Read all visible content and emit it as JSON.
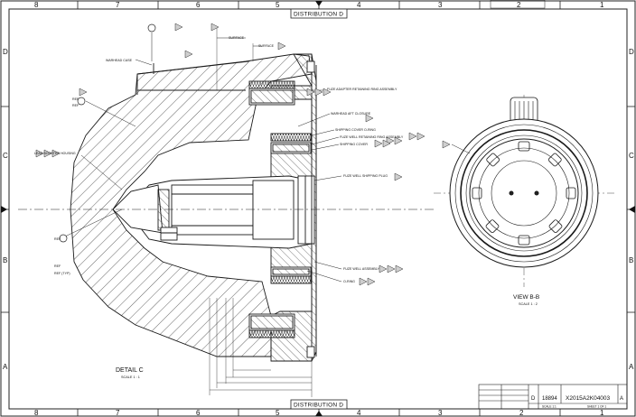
{
  "drawing": {
    "distribution_top": "DISTRIBUTION D",
    "distribution_bottom": "DISTRIBUTION D",
    "zones_top": [
      "8",
      "7",
      "6",
      "5",
      "4",
      "3",
      "2",
      "1"
    ],
    "zones_bottom": [
      "8",
      "7",
      "6",
      "5",
      "4",
      "3",
      "2",
      "1"
    ],
    "zones_side": [
      "D",
      "C",
      "B",
      "A"
    ]
  },
  "detail": {
    "title": "DETAIL C",
    "scale": "SCALE 1 : 1"
  },
  "view": {
    "title": "VIEW B-B",
    "scale": "SCALE 1 : 2"
  },
  "callouts": {
    "warhead_case": "WARHEAD CASE",
    "surface_1": "SURFACE",
    "surface_2": "SURFACE",
    "retaining_ring": "FUZE ADAPTER RETAINING RING ASSEMBLY",
    "aft_closure": "WARHEAD AFT CLOSURE",
    "o_ring_1": "SHIPPING COVER O-RING",
    "retaining_ring_2": "FUZE WELL RETAINING RING ASSEMBLY",
    "shipping_cover": "SHIPPING COVER",
    "fuze_well_plug": "FUZE WELL SHIPPING PLUG",
    "booster_housing": "LEAD BOOSTER HOUSING",
    "fuze_well_assembly": "FUZE WELL ASSEMBLY",
    "o_ring_2": "O-RING",
    "ref_1": "REF",
    "ref_2": "REF",
    "ref_3": "REF",
    "ref_4": "REF",
    "ref_5": "REF (TYP)"
  },
  "title_block": {
    "size": "D",
    "cage": "18894",
    "dwg_no": "X2015A2K04003",
    "rev": "A",
    "sheet": "SHEET 1 OF 1",
    "scale": "SCALE 1:1"
  },
  "colors": {
    "line": "#1a1a1a",
    "flag_fill": "#cfcfcf"
  }
}
